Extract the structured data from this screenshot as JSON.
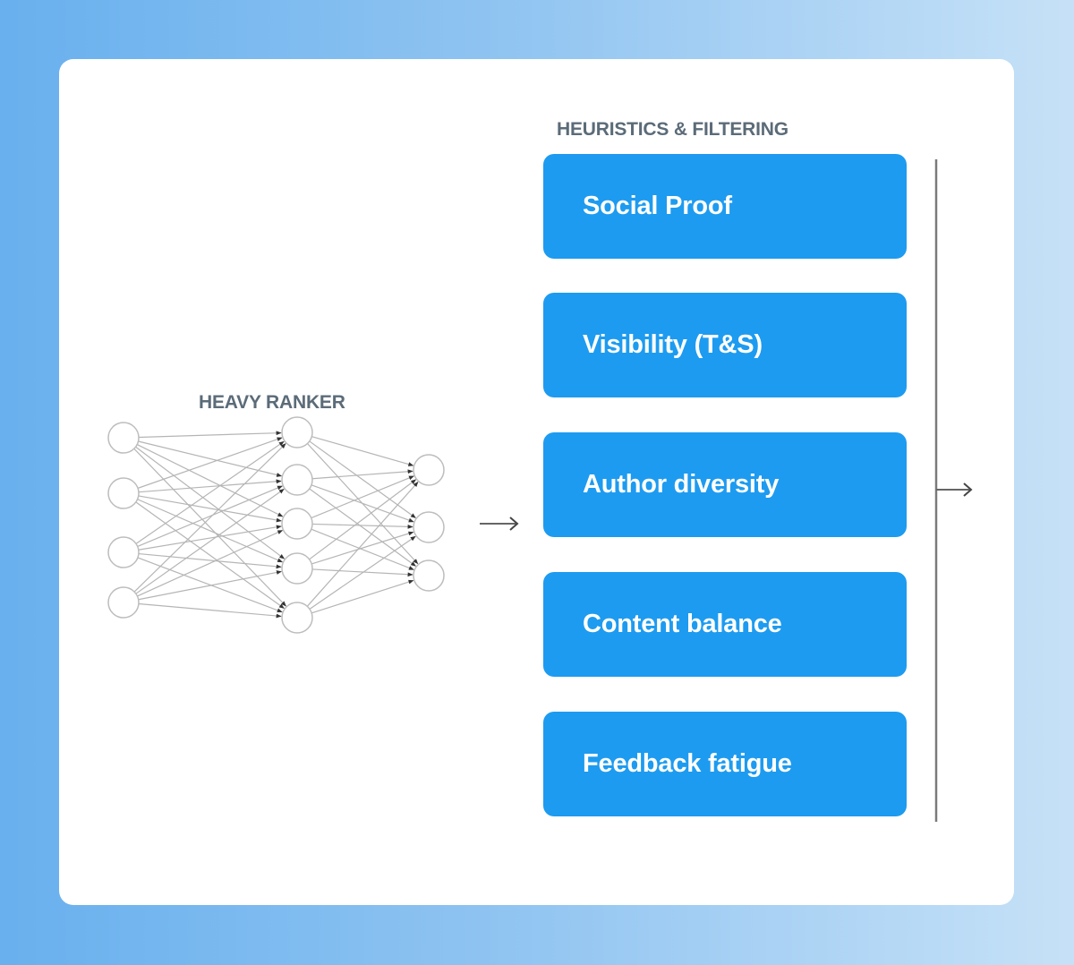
{
  "diagram": {
    "heavy_ranker": {
      "label": "HEAVY RANKER",
      "layers": [
        4,
        5,
        3
      ]
    },
    "heuristics": {
      "label": "HEURISTICS & FILTERING",
      "items": [
        {
          "label": "Social Proof"
        },
        {
          "label": "Visibility (T&S)"
        },
        {
          "label": "Author diversity"
        },
        {
          "label": "Content balance"
        },
        {
          "label": "Feedback fatigue"
        }
      ]
    },
    "arrows": {
      "ranker_to_heuristics": "right-arrow",
      "heuristics_to_output": "right-arrow"
    },
    "colors": {
      "box_fill": "#1d9bf0",
      "box_text": "#ffffff",
      "label_text": "#5b6b78",
      "line": "#777777",
      "node_stroke": "#bdbdbd",
      "edge": "#b5b5b5"
    }
  }
}
